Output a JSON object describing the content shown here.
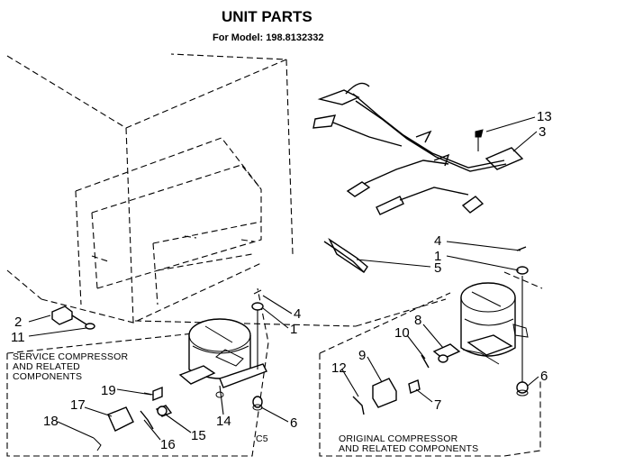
{
  "title": "UNIT PARTS",
  "model_line": "For Model: 198.8132332",
  "captions": {
    "service_line1": "SERVICE COMPRESSOR",
    "service_line2": "AND RELATED",
    "service_line3": "COMPONENTS",
    "original_line1": "ORIGINAL COMPRESSOR",
    "original_line2": "AND RELATED COMPONENTS",
    "c5": "C5"
  },
  "callouts": {
    "n13": "13",
    "n3": "3",
    "n4a": "4",
    "n1a": "1",
    "n5": "5",
    "n2": "2",
    "n11": "11",
    "n4b": "4",
    "n1b": "1",
    "n8": "8",
    "n10": "10",
    "n9": "9",
    "n12": "12",
    "n7": "7",
    "n6a": "6",
    "n6b": "6",
    "n19": "19",
    "n17": "17",
    "n18": "18",
    "n16": "16",
    "n15": "15",
    "n14": "14"
  }
}
